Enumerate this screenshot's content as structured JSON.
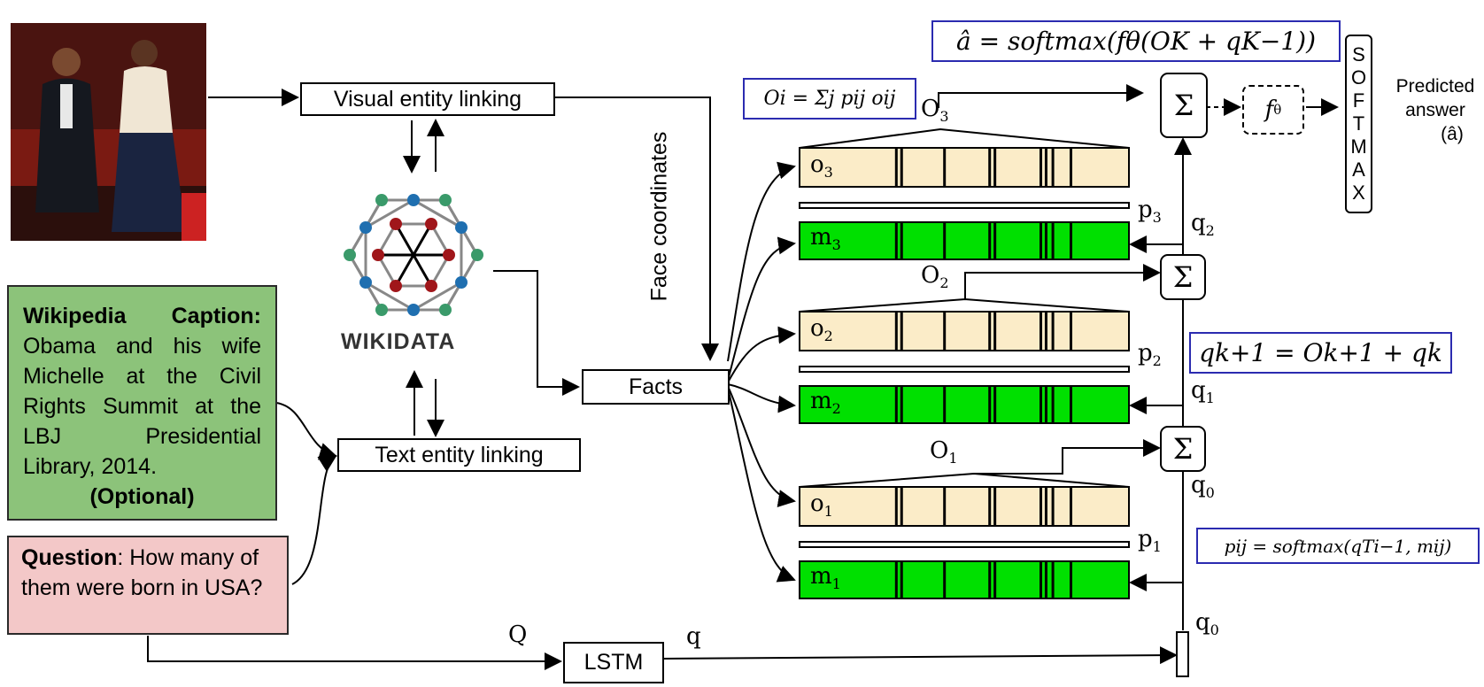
{
  "boxes": {
    "visual_linking": "Visual entity linking",
    "text_linking": "Text entity linking",
    "facts": "Facts",
    "lstm": "LSTM"
  },
  "wikidata_label": "WIKIDATA",
  "face_coordinates": "Face coordinates",
  "caption": {
    "heading": "Wikipedia Caption:",
    "body": "Obama and his wife Michelle at the Civil Rights Summit at the LBJ Presidential Library, 2014.",
    "optional": "(Optional)"
  },
  "question": {
    "heading": "Question",
    "body": ": How many of them were born in USA?"
  },
  "formulas": {
    "answer": "â = softmax(fθ(OK + qK−1))",
    "output_sum": "Oi = Σj pij oij",
    "query_update": "qk+1 = Ok+1 + qk",
    "attention": "pij = softmax(qTi−1, mij)"
  },
  "softmax_letters": [
    "S",
    "O",
    "F",
    "T",
    "M",
    "A",
    "X"
  ],
  "predicted": [
    "Predicted",
    "answer",
    "(â)"
  ],
  "labels": {
    "f_theta": "f",
    "f_theta_sub": "θ",
    "sigma": "Σ",
    "Q": "Q",
    "q": "q"
  },
  "hops": [
    {
      "O": "O",
      "Osub": "3",
      "o": "o",
      "osub": "3",
      "m": "m",
      "msub": "3",
      "p": "p",
      "psub": "3",
      "q": "q",
      "qsub": "2"
    },
    {
      "O": "O",
      "Osub": "2",
      "o": "o",
      "osub": "2",
      "m": "m",
      "msub": "2",
      "p": "p",
      "psub": "2",
      "q": "q",
      "qsub": "1"
    },
    {
      "O": "O",
      "Osub": "1",
      "o": "o",
      "osub": "1",
      "m": "m",
      "msub": "1",
      "p": "p",
      "psub": "1",
      "q": "q",
      "qsub": "0"
    }
  ],
  "q0_label": {
    "q": "q",
    "sub": "0"
  },
  "colors": {
    "caption_bg": "#8cc37a",
    "question_bg": "#f3c8c8",
    "memory_o": "#fbecc8",
    "memory_m": "#00e000",
    "formula_border": "#2b2bb0",
    "wd_green": "#3a9a6a",
    "wd_blue": "#1f6fb0",
    "wd_red": "#a0161a"
  }
}
